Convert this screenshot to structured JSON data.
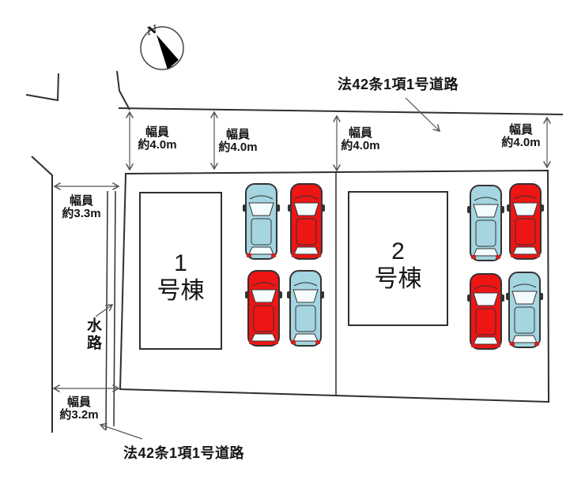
{
  "compass": {
    "north_label": "N"
  },
  "roads": {
    "top_label": "法42条1項1号道路",
    "bottom_label": "法42条1項1号道路"
  },
  "widths": {
    "top": [
      {
        "line1": "幅員",
        "line2": "約4.0m"
      },
      {
        "line1": "幅員",
        "line2": "約4.0m"
      },
      {
        "line1": "幅員",
        "line2": "約4.0m"
      },
      {
        "line1": "幅員",
        "line2": "約4.0m"
      }
    ],
    "left_upper": {
      "line1": "幅員",
      "line2": "約3.3m"
    },
    "left_lower": {
      "line1": "幅員",
      "line2": "約3.2m"
    }
  },
  "waterway": {
    "label": "水路"
  },
  "buildings": [
    {
      "number": "1",
      "suffix": "号棟"
    },
    {
      "number": "2",
      "suffix": "号棟"
    }
  ],
  "cars": [
    {
      "slot": "p1-tl",
      "color": "blue"
    },
    {
      "slot": "p1-tr",
      "color": "red"
    },
    {
      "slot": "p1-bl",
      "color": "red"
    },
    {
      "slot": "p1-br",
      "color": "blue"
    },
    {
      "slot": "p2-tl",
      "color": "blue"
    },
    {
      "slot": "p2-tr",
      "color": "red"
    },
    {
      "slot": "p2-bl",
      "color": "red"
    },
    {
      "slot": "p2-br",
      "color": "blue"
    }
  ],
  "colors": {
    "car_red": "#ee1515",
    "car_blue": "#a4d5e0",
    "car_window": "#f4fbfd",
    "car_outline": "#333333",
    "taillight": "#cc2222",
    "line": "#2f2f2f",
    "arrow": "#555555",
    "needle": "#000000"
  }
}
